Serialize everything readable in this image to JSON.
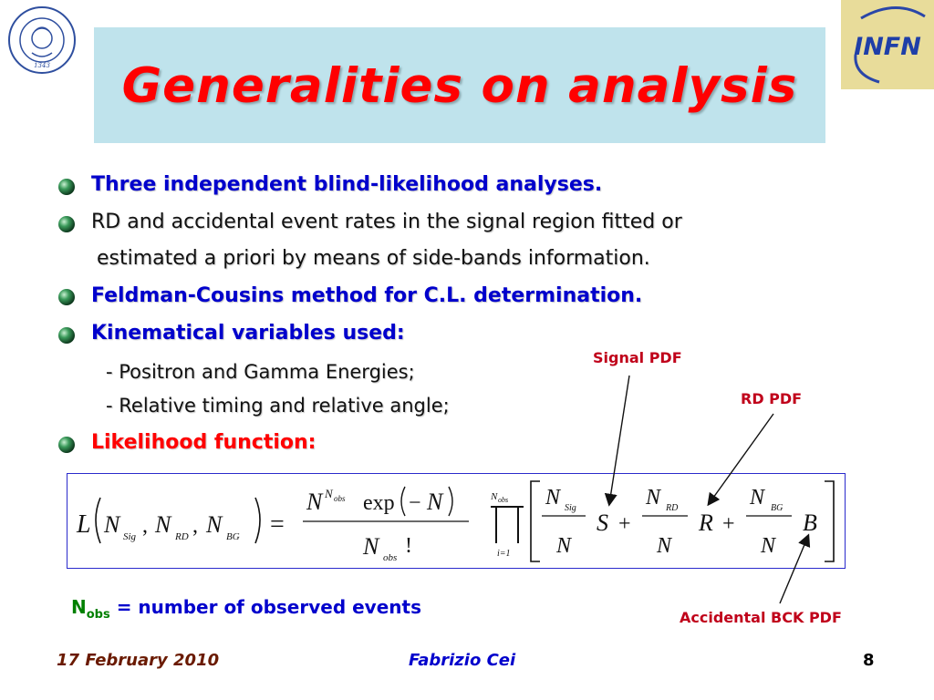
{
  "slide": {
    "title": "Generalities on analysis",
    "logo_left": "IN SUPREMÆ DIGNITATIS 1343",
    "logo_right": "INFN"
  },
  "bullets": {
    "b1": "Three independent blind-likelihood analyses.",
    "b2_line1": "RD and accidental event rates in the signal region fitted or",
    "b2_line2": "estimated a priori by means of side-bands information.",
    "b3": "Feldman-Cousins method for C.L. determination.",
    "b4": "Kinematical variables used:",
    "sub1": "- Positron and Gamma Energies;",
    "sub2": "- Relative timing and relative angle;",
    "b5": "Likelihood function:"
  },
  "labels": {
    "signal_pdf": "Signal PDF",
    "rd_pdf": "RD PDF",
    "accidental_pdf": "Accidental BCK PDF"
  },
  "formula": {
    "L": "L",
    "N": "N",
    "sub_sig": "Sig",
    "sub_rd": "RD",
    "sub_bg": "BG",
    "sub_obs": "obs",
    "exp": "exp",
    "minus": "−",
    "S": "S",
    "R": "R",
    "B": "B",
    "plus": "+",
    "equals": "=",
    "comma": ",",
    "factorial": "!",
    "prod_lower": "i=1"
  },
  "note": {
    "N": "N",
    "sub": "obs",
    "text": " = number of observed events"
  },
  "footer": {
    "date": "17 February 2010",
    "author": "Fabrizio Cei",
    "page": "8"
  }
}
